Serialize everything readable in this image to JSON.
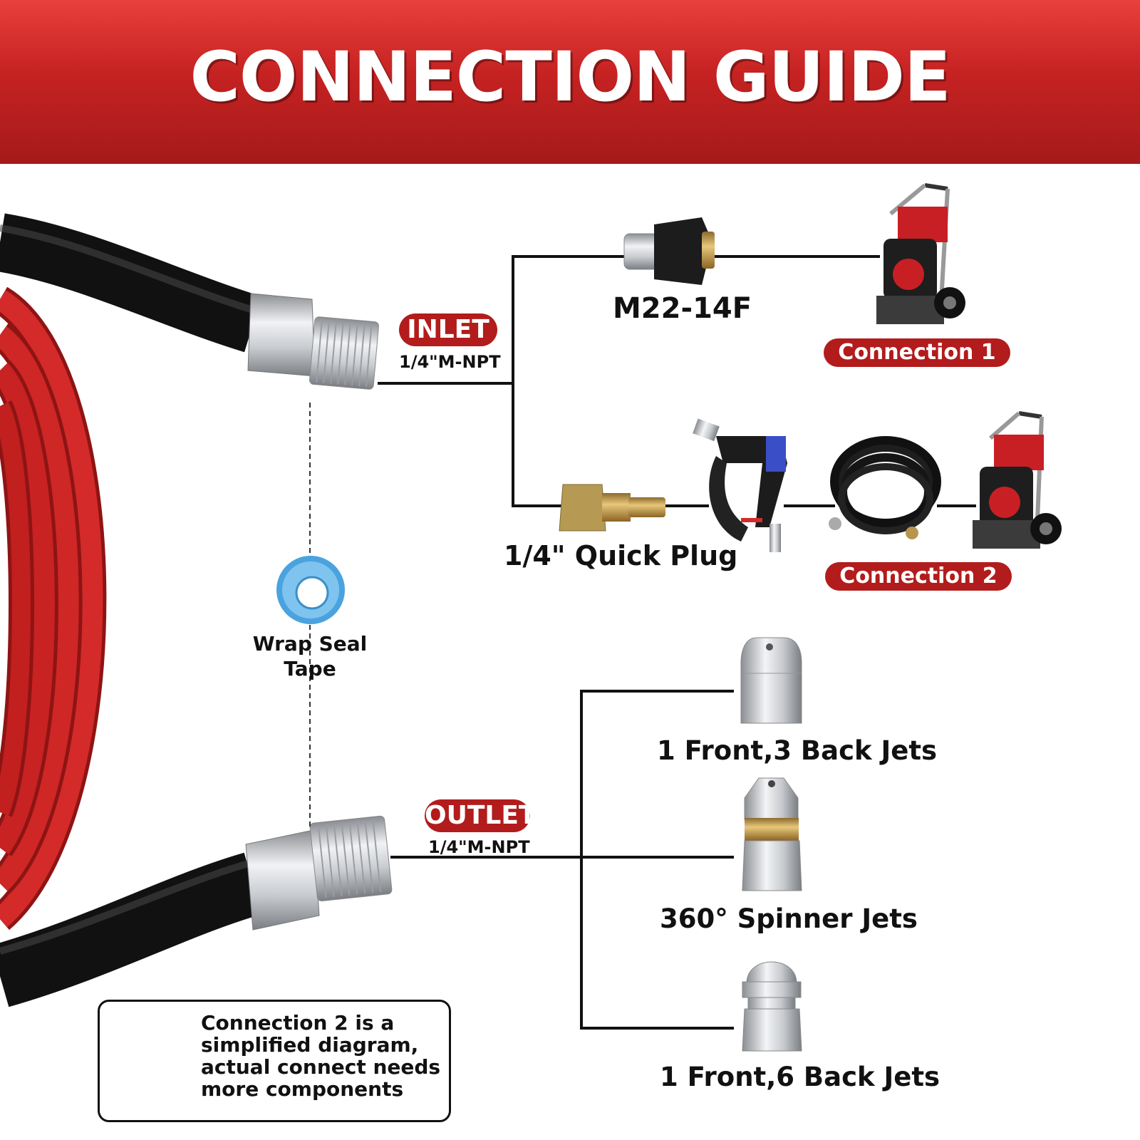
{
  "banner": {
    "title": "CONNECTION GUIDE"
  },
  "inlet": {
    "badge": "INLET",
    "spec": "1/4\"M-NPT"
  },
  "outlet": {
    "badge": "OUTLET",
    "spec": "1/4\"M-NPT"
  },
  "connection1": {
    "adapter_label": "M22-14F",
    "badge": "Connection 1"
  },
  "connection2": {
    "adapter_label": "1/4\" Quick Plug",
    "badge": "Connection 2"
  },
  "seal_tape": {
    "line1": "Wrap Seal",
    "line2": "Tape"
  },
  "nozzles": [
    {
      "label": "1 Front,3 Back Jets"
    },
    {
      "label": "360° Spinner Jets"
    },
    {
      "label": "1 Front,6 Back Jets"
    }
  ],
  "note": {
    "lines": [
      "Connection 2 is a",
      "simplified diagram,",
      "actual connect needs",
      "more components"
    ]
  },
  "colors": {
    "banner_red": "#c62222",
    "badge_red": "#b21c1c",
    "hose_red": "#d42a2a",
    "hose_black": "#1a1a1a"
  },
  "icons": [
    "warning-icon",
    "seal-tape-icon",
    "pressure-washer-icon",
    "spray-gun-icon",
    "coiled-hose-icon"
  ]
}
